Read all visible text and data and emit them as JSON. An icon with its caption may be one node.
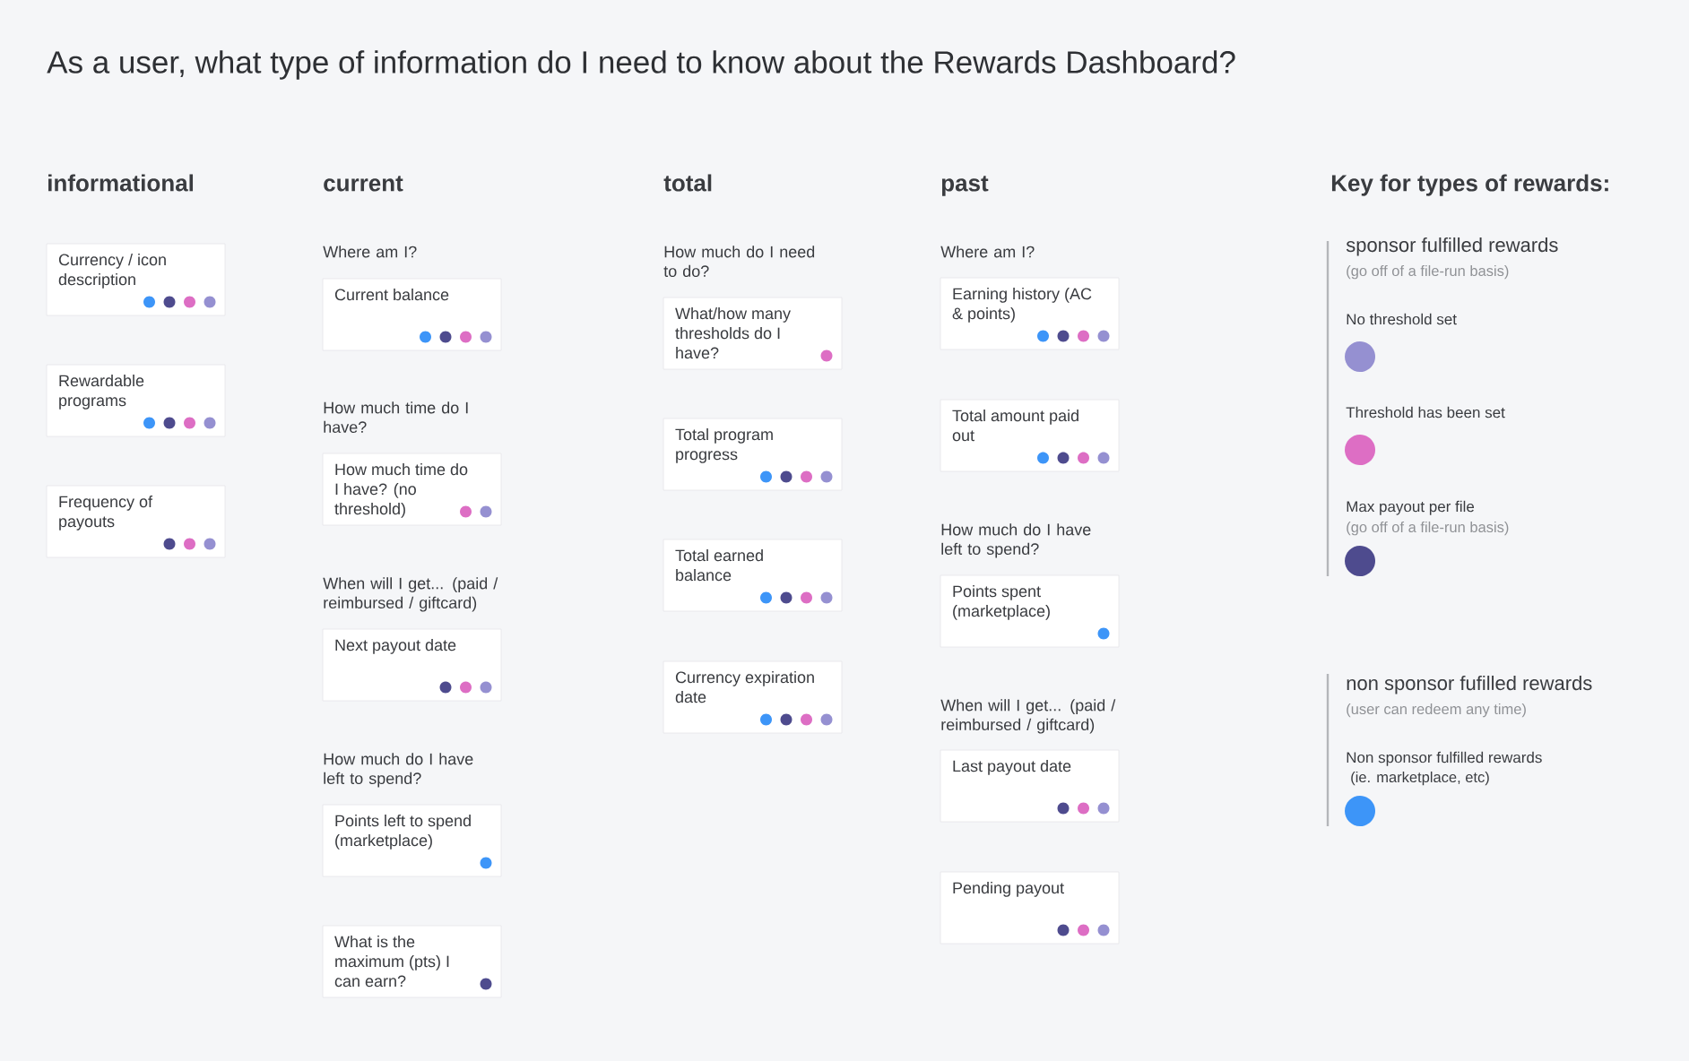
{
  "diagram": {
    "title": "As a user, what type of information do I need to know about the Rewards Dashboard?",
    "nodes": [
      {
        "text": [
          "Currency / icon description"
        ]
      },
      {
        "text": [
          "Rewardable programs"
        ]
      },
      {
        "text": [
          "Frequency of payouts"
        ]
      },
      {
        "text": [
          "Current balance"
        ]
      },
      {
        "text": [
          "How much time do I have? (no threshold)"
        ]
      },
      {
        "text": [
          "Next payout date"
        ]
      },
      {
        "text": [
          "Points left to spend (marketplace)"
        ]
      },
      {
        "text": [
          "What is the maximum (pts) I can earn?"
        ]
      },
      {
        "text": [
          "What/how many thresholds do I have?"
        ]
      },
      {
        "text": [
          "Total program progress"
        ]
      },
      {
        "text": [
          "Total earned balance"
        ]
      },
      {
        "text": [
          "Currency expiration date"
        ]
      },
      {
        "text": [
          "Earning history (AC & points)"
        ]
      },
      {
        "text": [
          "Total amount paid out"
        ]
      },
      {
        "text": [
          "Points spent (marketplace)"
        ]
      },
      {
        "text": [
          "Last payout date"
        ]
      },
      {
        "text": [
          "Pending payout"
        ]
      }
    ],
    "labels": [
      "informational",
      "current",
      "total",
      "past",
      "Key for types of rewards:",
      "Where am I?",
      "How much time do I have?",
      "When will I get... (paid / reimbursed / giftcard)",
      "How much do I have left to spend?",
      "How much do I need to do?",
      "Where am I?",
      "How much do I have left to spend?",
      "When will I get... (paid / reimbursed / giftcard)",
      "sponsor fulfilled rewards",
      "(go off of a file-run basis)",
      "(go off of a file-run basis)",
      "non sponsor fufilled rewards",
      "(user can redeem any time)",
      "(ie. marketplace, etc)"
    ],
    "legend": [
      {
        "text": "No threshold set",
        "color": "#9590d1"
      },
      {
        "text": "Threshold has been set",
        "color": "#dd6ec4"
      },
      {
        "text": "Max payout per file",
        "color": "#4e4b8e"
      },
      {
        "text": "Non sponsor fulfilled rewards",
        "color": "#3d95f8"
      }
    ]
  }
}
